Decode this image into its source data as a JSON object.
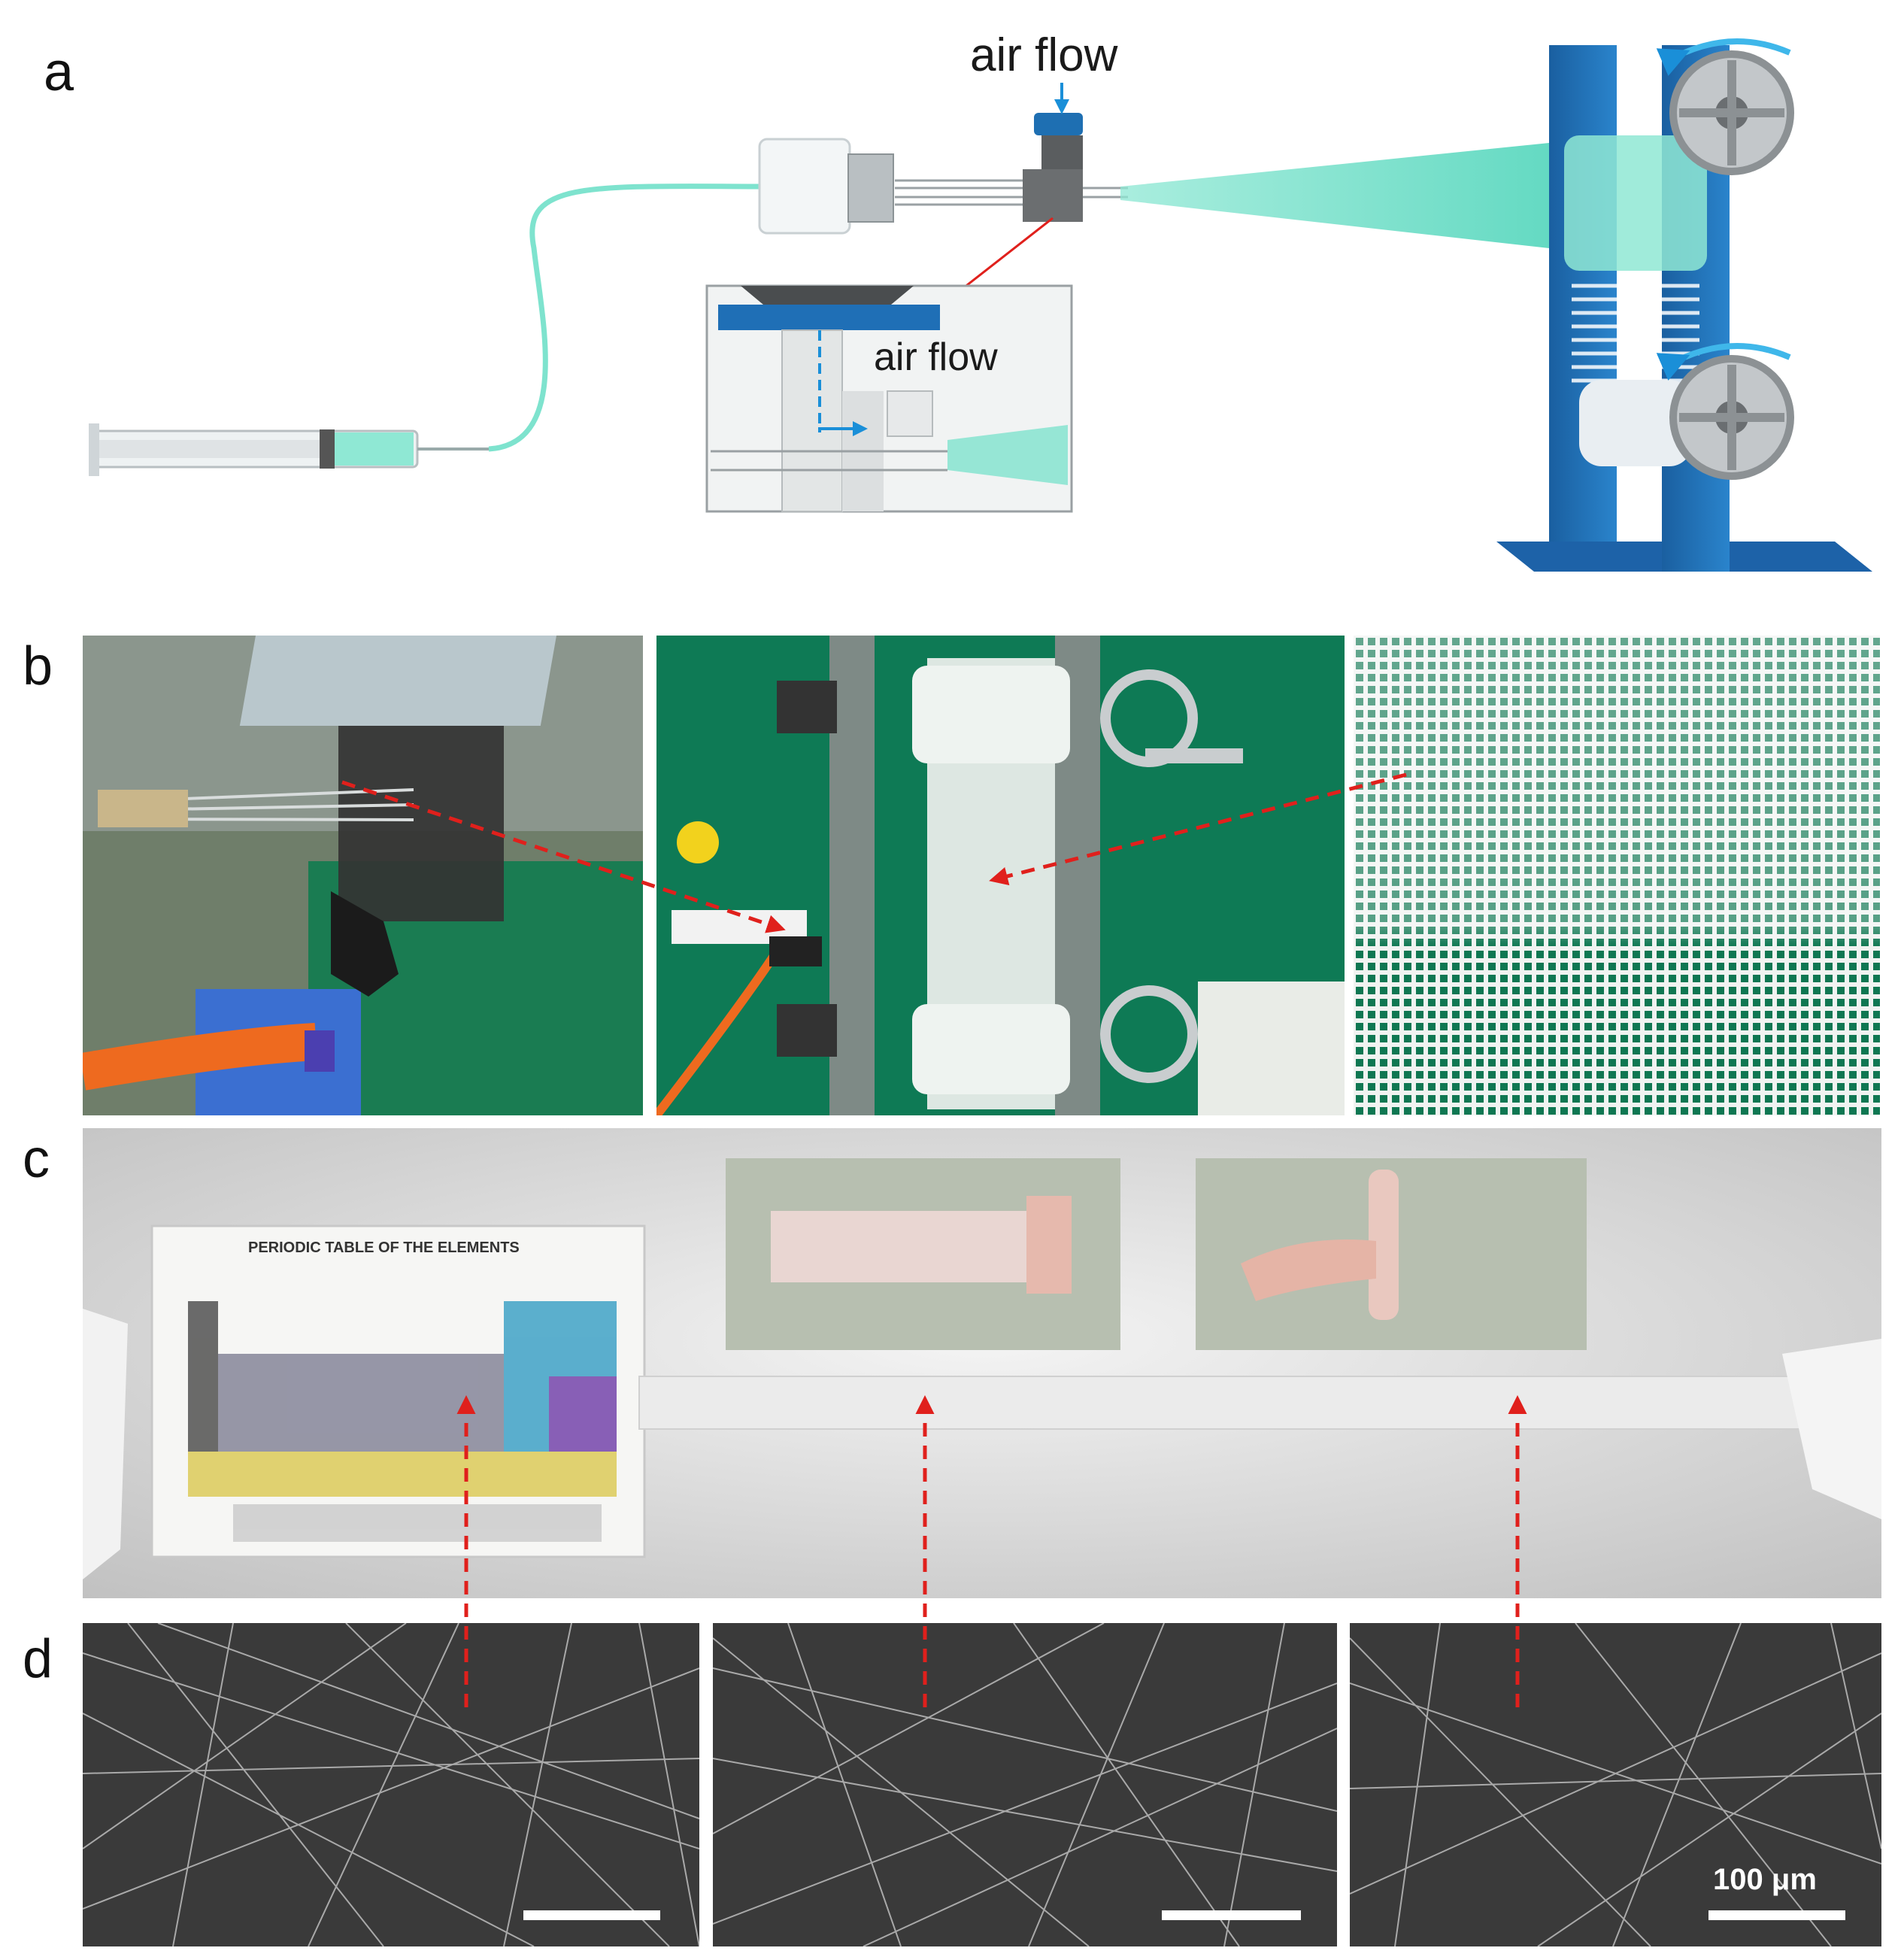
{
  "panels": {
    "a": {
      "letter": "a",
      "label_top": "air flow",
      "label_inset": "air  flow"
    },
    "b": {
      "letter": "b"
    },
    "c": {
      "letter": "c",
      "poster_title": "PERIODIC TABLE OF THE ELEMENTS"
    },
    "d": {
      "letter": "d",
      "scale_bar_label": "100 μm"
    }
  },
  "colors": {
    "arrow_red": "#e0201c",
    "stand_blue": "#1f6fb6",
    "fiber_cyan": "#6fe0c8",
    "photo_green": "#0e7a55",
    "sem_background": "#3a3a3a"
  }
}
